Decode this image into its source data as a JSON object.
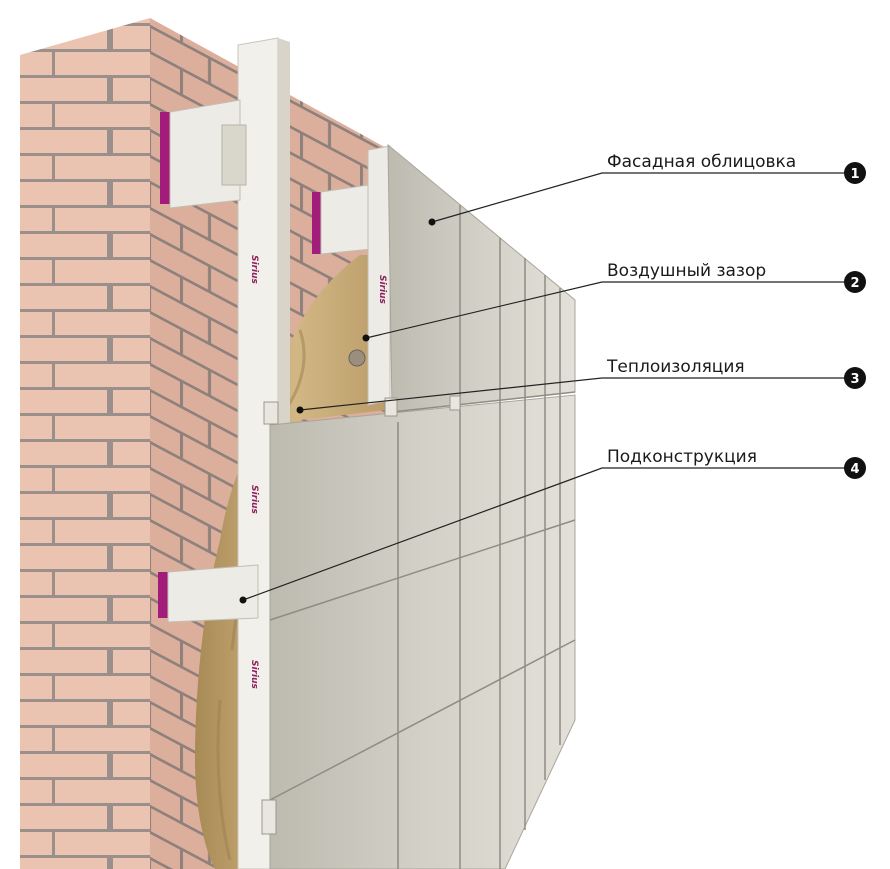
{
  "callouts": [
    {
      "number": "1",
      "label": "Фасадная облицовка"
    },
    {
      "number": "2",
      "label": "Воздушный зазор"
    },
    {
      "number": "3",
      "label": "Теплоизоляция"
    },
    {
      "number": "4",
      "label": "Подконструкция"
    }
  ],
  "brand": "Sirius",
  "colors": {
    "brick": "#ebc3b1",
    "mortar": "#9a8f8b",
    "panel": "#c9c6bc",
    "insulation": "#cdb07e",
    "profile": "#f2f0ea",
    "accent": "#a21c7a"
  }
}
